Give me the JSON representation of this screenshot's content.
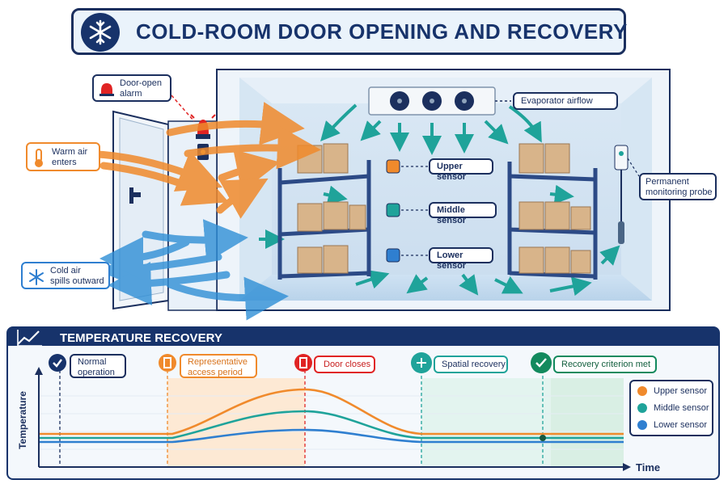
{
  "title": "COLD-ROOM DOOR OPENING AND RECOVERY",
  "callouts": {
    "alarm": [
      "Door-open",
      "alarm"
    ],
    "warm_air": [
      "Warm air",
      "enters"
    ],
    "cold_air": [
      "Cold air",
      "spills outward"
    ],
    "evaporator": "Evaporator airflow",
    "probe": [
      "Permanent",
      "monitoring probe"
    ]
  },
  "sensors": {
    "upper": "Upper sensor",
    "middle": "Middle sensor",
    "lower": "Lower sensor"
  },
  "panel": {
    "title": "TEMPERATURE RECOVERY",
    "y_label": "Temperature",
    "x_label": "Time"
  },
  "phases": {
    "normal": [
      "Normal",
      "operation"
    ],
    "access": [
      "Representative",
      "access period"
    ],
    "door": "Door closes",
    "spatial": "Spatial recovery",
    "criterion": "Recovery criterion met"
  },
  "legend": [
    "Upper sensor",
    "Middle sensor",
    "Lower sensor"
  ],
  "colors": {
    "navy": "#17336b",
    "upper": "#f08a2c",
    "middle": "#1fa39a",
    "lower": "#2f7fd0",
    "alarm": "#e02424",
    "access_band": "#fde9d4",
    "recovery_band": "#e3f4ef"
  },
  "icons": [
    "snowflake-icon",
    "alarm-light-icon",
    "thermometer-icon",
    "snowflake-icon",
    "trend-chart-icon",
    "check-icon",
    "door-icon",
    "recovery-arrows-icon",
    "check-icon"
  ]
}
